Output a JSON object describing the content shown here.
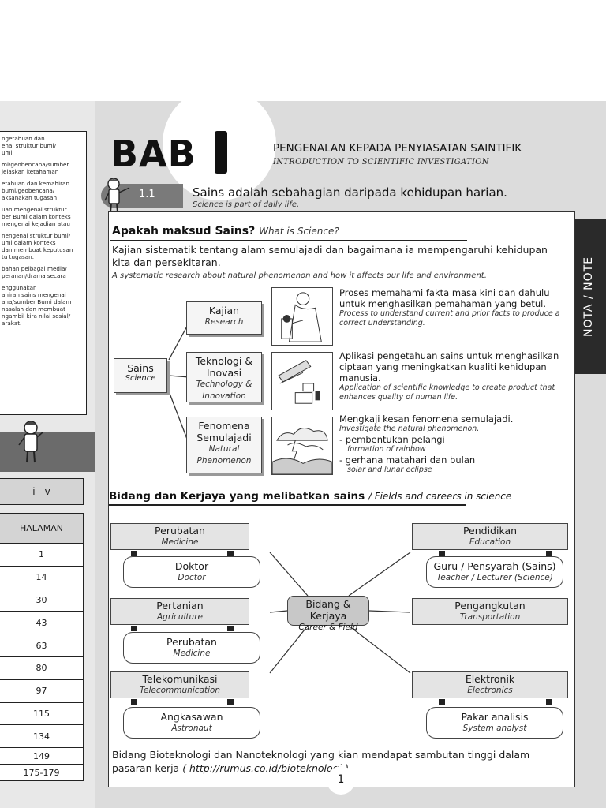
{
  "left_page": {
    "notes": [
      "ngetahuan dan\nenai struktur bumi/\numi.",
      "mi/geobencana/sumber\njelaskan ketahaman",
      "etahuan dan kemahiran\n bumi/geobencana/\naksanakan tugasan",
      "uan mengenai struktur\nber Bumi dalam konteks\n mengenai kejadian atau",
      "nengenai struktur bumi/\numi dalam konteks\n dan membuat keputusan\ntu tugasan.",
      "bahan pelbagai media/\nperanan/drama secara",
      "enggunakan\nahiran sains mengenai\nana/sumber Bumi dalam\nnasalah dan membuat\nngambil kira nilai sosial/\narakat."
    ],
    "ref": "i - v",
    "table_header": "HALAMAN",
    "pages": [
      "1",
      "14",
      "30",
      "43",
      "63",
      "80",
      "97",
      "115",
      "134",
      "149",
      "175-179"
    ]
  },
  "chapter": {
    "bab": "BAB",
    "title": "PENGENALAN KEPADA PENYIASATAN SAINTIFIK",
    "subtitle": "INTRODUCTION TO SCIENTIFIC INVESTIGATION"
  },
  "section": {
    "number": "1.1",
    "title": "Sains adalah sebahagian daripada kehidupan harian.",
    "subtitle": "Science is part of daily life."
  },
  "nota": "NOTA / NOTE",
  "what": {
    "heading": "Apakah maksud Sains?",
    "heading_en": "What is Science?",
    "definition": "Kajian sistematik tentang alam semulajadi dan bagaimana ia mempengaruhi kehidupan kita dan persekitaran.",
    "definition_en": "A systematic research about natural phenomenon and how it affects our life and environment."
  },
  "root": {
    "label": "Sains",
    "label_en": "Science"
  },
  "branches": [
    {
      "label": "Kajian",
      "label_en": "Research",
      "desc": "Proses memahami fakta masa kini dan dahulu untuk menghasilkan pemahaman yang betul.",
      "desc_en": "Process to understand current and prior facts to produce a correct understanding."
    },
    {
      "label": "Teknologi & Inovasi",
      "label_en": "Technology & Innovation",
      "desc": "Aplikasi pengetahuan sains untuk menghasilkan ciptaan yang meningkatkan kualiti kehidupan manusia.",
      "desc_en": "Application of scientific knowledge to create product that enhances quality of human life."
    },
    {
      "label": "Fenomena Semulajadi",
      "label_en": "Natural Phenomenon",
      "desc": "Mengkaji kesan fenomena semulajadi.",
      "desc_en": "Investigate the natural phenomenon.",
      "bullets": [
        {
          "text": "- pembentukan pelangi",
          "en": "formation of rainbow"
        },
        {
          "text": "- gerhana matahari dan bulan",
          "en": "solar and lunar eclipse"
        }
      ]
    }
  ],
  "fields": {
    "heading": "Bidang dan Kerjaya yang melibatkan sains",
    "heading_en": "/ Fields and careers in science",
    "center": {
      "label": "Bidang & Kerjaya",
      "label_en": "Career & Field"
    },
    "left": [
      {
        "field": "Perubatan",
        "field_en": "Medicine",
        "career": "Doktor",
        "career_en": "Doctor"
      },
      {
        "field": "Pertanian",
        "field_en": "Agriculture",
        "career": "Perubatan",
        "career_en": "Medicine"
      },
      {
        "field": "Telekomunikasi",
        "field_en": "Telecommunication",
        "career": "Angkasawan",
        "career_en": "Astronaut"
      }
    ],
    "right": [
      {
        "field": "Pendidikan",
        "field_en": "Education",
        "career": "Guru / Pensyarah (Sains)",
        "career_en": "Teacher / Lecturer (Science)"
      },
      {
        "field": "Pengangkutan",
        "field_en": "Transportation",
        "career": "",
        "career_en": ""
      },
      {
        "field": "Elektronik",
        "field_en": "Electronics",
        "career": "Pakar analisis",
        "career_en": "System analyst"
      }
    ]
  },
  "footer": {
    "text": "Bidang Bioteknologi dan Nanoteknologi yang kian mendapat sambutan tinggi dalam pasaran kerja",
    "url": "( http://rumus.co.id/bioteknologi )"
  },
  "page_number": "1"
}
